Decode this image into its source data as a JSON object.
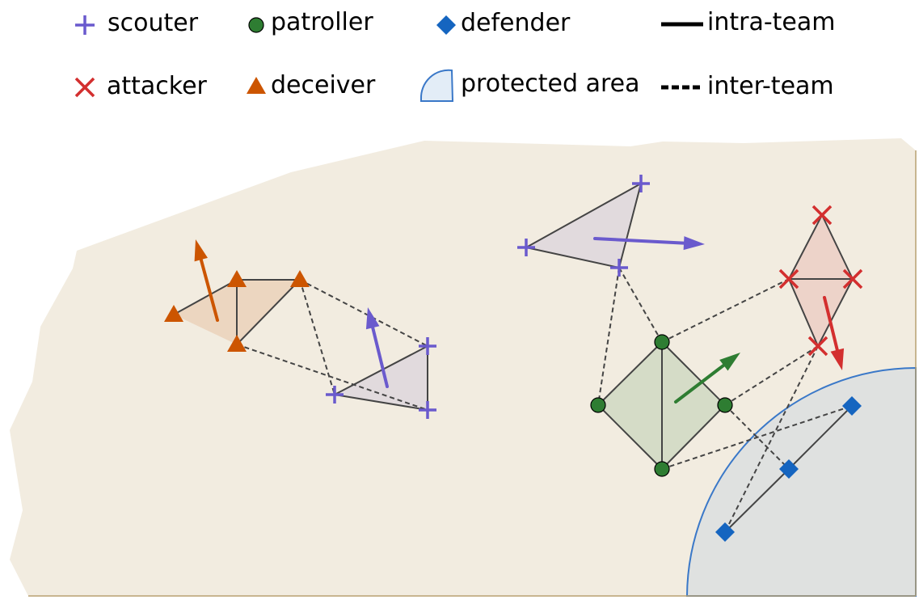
{
  "legend": {
    "scouter": "scouter",
    "patroller": "patroller",
    "defender": "defender",
    "intra_team": "intra-team",
    "attacker": "attacker",
    "deceiver": "deceiver",
    "protected_area": "protected area",
    "inter_team": "inter-team"
  },
  "colors": {
    "scouter": "#6a5acd",
    "patroller": "#2e7d32",
    "defender": "#1565c0",
    "attacker": "#d32f2f",
    "deceiver": "#cc5500",
    "terrain": "#f2ece0",
    "protected_fill": "#dfe1e0",
    "protected_edge": "#3a78c8",
    "link": "#444444"
  },
  "agents": [
    {
      "id": "d1",
      "team": "deceiver",
      "marker": "triangle-icon"
    },
    {
      "id": "d2",
      "team": "deceiver",
      "marker": "triangle-icon"
    },
    {
      "id": "d3",
      "team": "deceiver",
      "marker": "triangle-icon"
    },
    {
      "id": "d4",
      "team": "deceiver",
      "marker": "triangle-icon"
    },
    {
      "id": "s1",
      "team": "scouter",
      "marker": "plus-icon"
    },
    {
      "id": "s2",
      "team": "scouter",
      "marker": "plus-icon"
    },
    {
      "id": "s3",
      "team": "scouter",
      "marker": "plus-icon"
    },
    {
      "id": "s4",
      "team": "scouter",
      "marker": "plus-icon"
    },
    {
      "id": "s5",
      "team": "scouter",
      "marker": "plus-icon"
    },
    {
      "id": "s6",
      "team": "scouter",
      "marker": "plus-icon"
    },
    {
      "id": "p1",
      "team": "patroller",
      "marker": "circle-icon"
    },
    {
      "id": "p2",
      "team": "patroller",
      "marker": "circle-icon"
    },
    {
      "id": "p3",
      "team": "patroller",
      "marker": "circle-icon"
    },
    {
      "id": "p4",
      "team": "patroller",
      "marker": "circle-icon"
    },
    {
      "id": "a1",
      "team": "attacker",
      "marker": "x-icon"
    },
    {
      "id": "a2",
      "team": "attacker",
      "marker": "x-icon"
    },
    {
      "id": "a3",
      "team": "attacker",
      "marker": "x-icon"
    },
    {
      "id": "a4",
      "team": "attacker",
      "marker": "x-icon"
    },
    {
      "id": "f1",
      "team": "defender",
      "marker": "diamond-icon"
    },
    {
      "id": "f2",
      "team": "defender",
      "marker": "diamond-icon"
    },
    {
      "id": "f3",
      "team": "defender",
      "marker": "diamond-icon"
    }
  ],
  "links": {
    "intra": [
      [
        "d1",
        "d2"
      ],
      [
        "d2",
        "d3"
      ],
      [
        "d2",
        "d4"
      ],
      [
        "d3",
        "d4"
      ],
      [
        "s1",
        "s2"
      ],
      [
        "s1",
        "s3"
      ],
      [
        "s2",
        "s3"
      ],
      [
        "s4",
        "s5"
      ],
      [
        "s5",
        "s6"
      ],
      [
        "s4",
        "s6"
      ],
      [
        "p1",
        "p2"
      ],
      [
        "p1",
        "p3"
      ],
      [
        "p1",
        "p4"
      ],
      [
        "p2",
        "p4"
      ],
      [
        "p3",
        "p4"
      ],
      [
        "a1",
        "a2"
      ],
      [
        "a1",
        "a3"
      ],
      [
        "a2",
        "a3"
      ],
      [
        "a2",
        "a4"
      ],
      [
        "a3",
        "a4"
      ],
      [
        "f1",
        "f2"
      ],
      [
        "f2",
        "f3"
      ]
    ],
    "inter": [
      [
        "d3",
        "s2"
      ],
      [
        "d3",
        "s1"
      ],
      [
        "d4",
        "s3"
      ],
      [
        "s6",
        "p3"
      ],
      [
        "s6",
        "p1"
      ],
      [
        "p1",
        "a2"
      ],
      [
        "p2",
        "a4"
      ],
      [
        "p2",
        "f2"
      ],
      [
        "p4",
        "f1"
      ],
      [
        "a4",
        "f3"
      ]
    ]
  },
  "team_areas": [
    "deceiver",
    "scouter-low",
    "scouter-high",
    "patroller",
    "attacker"
  ]
}
